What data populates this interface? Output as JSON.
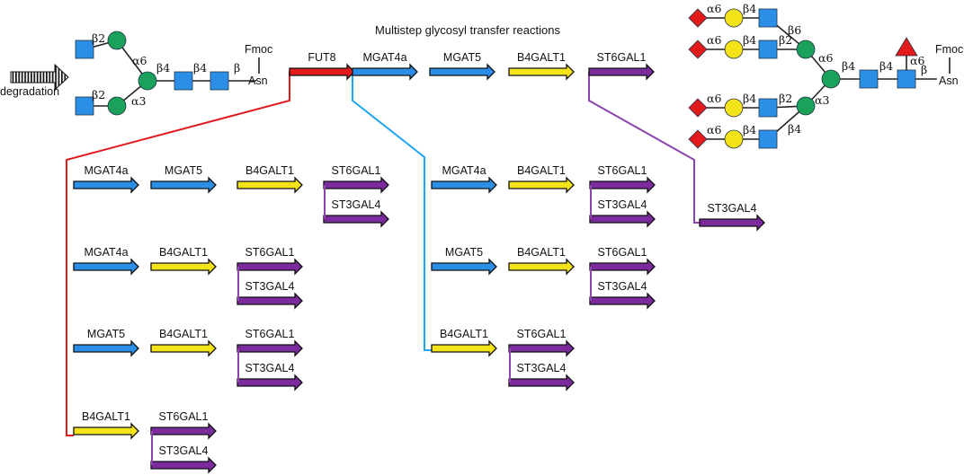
{
  "title": "Multistep glycosyl transfer reactions",
  "degradation_label": "degradation",
  "colors": {
    "FUT8": "#e31a1c",
    "MGAT4a": "#2b8fe8",
    "MGAT5": "#2b8fe8",
    "B4GALT1": "#f5e31a",
    "ST6GAL1": "#7b2b9e",
    "ST3GAL4": "#7b2b9e",
    "red_path": "#e31a1c",
    "blue_path": "#1ea6f0",
    "purple_path": "#8e44ad",
    "glcnac": "#2b8fe8",
    "mannose": "#1aa15a",
    "galactose": "#f5e31a",
    "sialic": "#e31a1c",
    "fucose": "#e31a1c"
  },
  "main_path": [
    "FUT8",
    "MGAT4a",
    "MGAT5",
    "B4GALT1",
    "ST6GAL1"
  ],
  "branch_red": [
    [
      "MGAT4a",
      "MGAT5",
      "B4GALT1",
      "ST6GAL1",
      "ST3GAL4"
    ],
    [
      "MGAT4a",
      "B4GALT1",
      "ST6GAL1",
      "ST3GAL4"
    ],
    [
      "MGAT5",
      "B4GALT1",
      "ST6GAL1",
      "ST3GAL4"
    ],
    [
      "B4GALT1",
      "ST6GAL1",
      "ST3GAL4"
    ]
  ],
  "branch_blue": [
    [
      "MGAT4a",
      "B4GALT1",
      "ST6GAL1",
      "ST3GAL4"
    ],
    [
      "MGAT5",
      "B4GALT1",
      "ST6GAL1",
      "ST3GAL4"
    ],
    [
      "B4GALT1",
      "ST6GAL1",
      "ST3GAL4"
    ]
  ],
  "branch_purple": [
    "ST3GAL4"
  ],
  "left_glycan": {
    "links": [
      "β2",
      "α6",
      "β2",
      "α3",
      "β4",
      "β4",
      "β"
    ],
    "fmoc": "Fmoc",
    "asn": "Asn"
  },
  "right_glycan": {
    "links": [
      "α6",
      "β4",
      "β6",
      "α6",
      "β4",
      "β2",
      "α6",
      "α6",
      "β4",
      "β2",
      "α3",
      "α6",
      "β4",
      "β4",
      "β4",
      "β4",
      "α6",
      "β"
    ],
    "fmoc": "Fmoc",
    "asn": "Asn"
  }
}
